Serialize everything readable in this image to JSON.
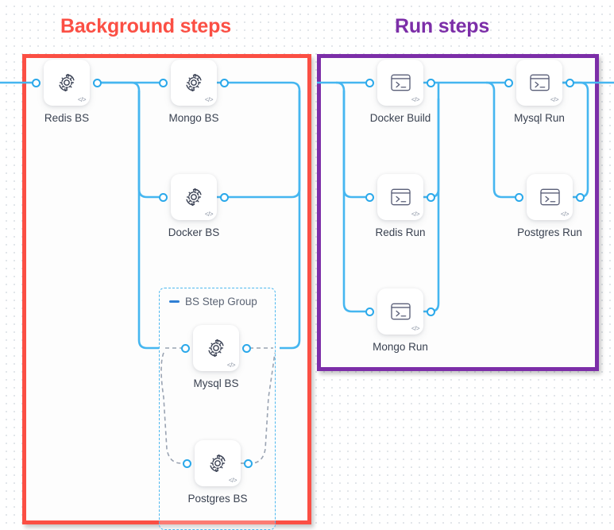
{
  "sections": [
    {
      "id": "background",
      "title": "Background steps",
      "color": "#fb4f44"
    },
    {
      "id": "run",
      "title": "Run steps",
      "color": "#7c2ea8"
    }
  ],
  "group": {
    "label": "BS Step Group",
    "collapse_icon": "minus-icon",
    "border_color": "#4db8ef",
    "style": "dashed"
  },
  "edge_color": "#45b6f0",
  "port_color": "#2aa8ea",
  "nodes": [
    {
      "id": "redis-bs",
      "label": "Redis BS",
      "icon": "gear-sync-icon",
      "badge": "</>",
      "section": "background"
    },
    {
      "id": "mongo-bs",
      "label": "Mongo BS",
      "icon": "gear-sync-icon",
      "badge": "</>",
      "section": "background"
    },
    {
      "id": "docker-bs",
      "label": "Docker BS",
      "icon": "gear-sync-icon",
      "badge": "</>",
      "section": "background"
    },
    {
      "id": "mysql-bs",
      "label": "Mysql BS",
      "icon": "gear-sync-icon",
      "badge": "</>",
      "section": "background"
    },
    {
      "id": "postgres-bs",
      "label": "Postgres BS",
      "icon": "gear-sync-icon",
      "badge": "</>",
      "section": "background"
    },
    {
      "id": "docker-build",
      "label": "Docker Build",
      "icon": "terminal-icon",
      "badge": "</>",
      "section": "run"
    },
    {
      "id": "mysql-run",
      "label": "Mysql Run",
      "icon": "terminal-icon",
      "badge": "</>",
      "section": "run"
    },
    {
      "id": "redis-run",
      "label": "Redis Run",
      "icon": "terminal-icon",
      "badge": "</>",
      "section": "run"
    },
    {
      "id": "postgres-run",
      "label": "Postgres Run",
      "icon": "terminal-icon",
      "badge": "</>",
      "section": "run"
    },
    {
      "id": "mongo-run",
      "label": "Mongo Run",
      "icon": "terminal-icon",
      "badge": "</>",
      "section": "run"
    }
  ]
}
